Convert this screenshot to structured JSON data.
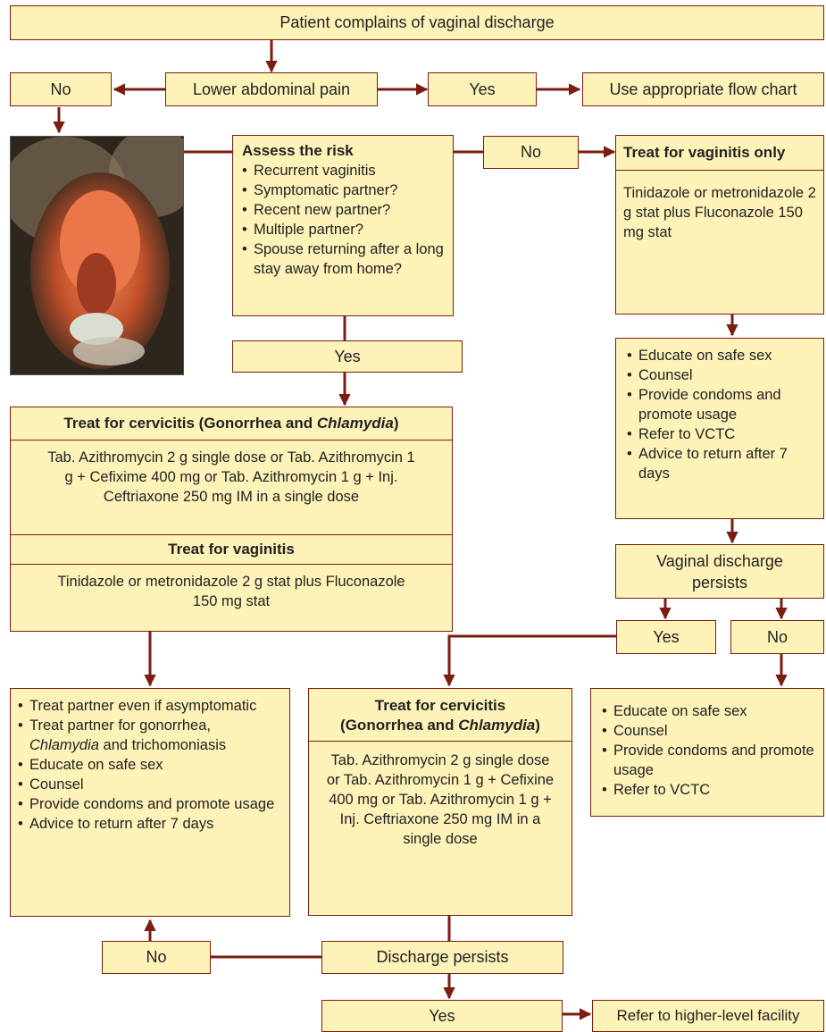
{
  "colors": {
    "box_fill": "#fdf2b8",
    "line": "#7b1d10"
  },
  "start": "Patient complains of vaginal discharge",
  "q1": {
    "label": "Lower abdominal pain",
    "no": "No",
    "yes": "Yes",
    "yes_action": "Use appropriate flow chart"
  },
  "photo": {
    "icon": "clinical-photo-icon"
  },
  "risk": {
    "title": "Assess the risk",
    "items": [
      "Recurrent vaginitis",
      "Symptomatic partner?",
      "Recent new partner?",
      "Multiple partner?",
      "Spouse returning after a long stay away from home?"
    ],
    "no": "No",
    "yes": "Yes"
  },
  "vag_only": {
    "title": "Treat for vaginitis only",
    "text": "Tinidazole or metronidazole 2 g stat plus Fluconazole 150 mg stat"
  },
  "edu1": {
    "items": [
      "Educate on safe sex",
      "Counsel",
      "Provide condoms and promote usage",
      "Refer to VCTC",
      "Advice to return after 7 days"
    ]
  },
  "persist1": {
    "label": "Vaginal discharge persists",
    "yes": "Yes",
    "no": "No"
  },
  "cerv1": {
    "title_pre": "Treat for cervicitis (Gonorrhea and ",
    "title_em": "Chlamydia",
    "title_post": ")",
    "text": "Tab. Azithromycin 2 g single dose or Tab. Azithromycin 1 g + Cefixime 400 mg or Tab. Azithromycin 1 g + Inj. Ceftriaxone 250 mg IM in a single dose",
    "vag_title": "Treat for vaginitis",
    "vag_text": "Tinidazole or metronidazole 2 g stat plus Fluconazole 150 mg stat"
  },
  "partner": {
    "items": [
      {
        "pre": "Treat partner even if asymptomatic"
      },
      {
        "pre": "Treat partner for gonorrhea, ",
        "em": "Chlamydia",
        "post": " and trichomoniasis"
      },
      {
        "pre": "Educate on safe sex"
      },
      {
        "pre": "Counsel"
      },
      {
        "pre": "Provide condoms and promote usage"
      },
      {
        "pre": "Advice to return after 7 days"
      }
    ]
  },
  "cerv2": {
    "title_line1": "Treat for cervicitis",
    "title_pre": "(Gonorrhea and ",
    "title_em": "Chlamydia",
    "title_post": ")",
    "text": "Tab. Azithromycin 2 g single dose or Tab. Azithromycin 1 g + Cefixine 400 mg or Tab. Azithromycin 1 g + Inj. Ceftriaxone 250 mg IM in a single dose"
  },
  "edu2": {
    "items": [
      "Educate on safe sex",
      "Counsel",
      "Provide condoms and promote usage",
      "Refer to VCTC"
    ]
  },
  "persist2": {
    "label": "Discharge persists",
    "no": "No",
    "yes": "Yes",
    "yes_action": "Refer to higher-level facility"
  }
}
